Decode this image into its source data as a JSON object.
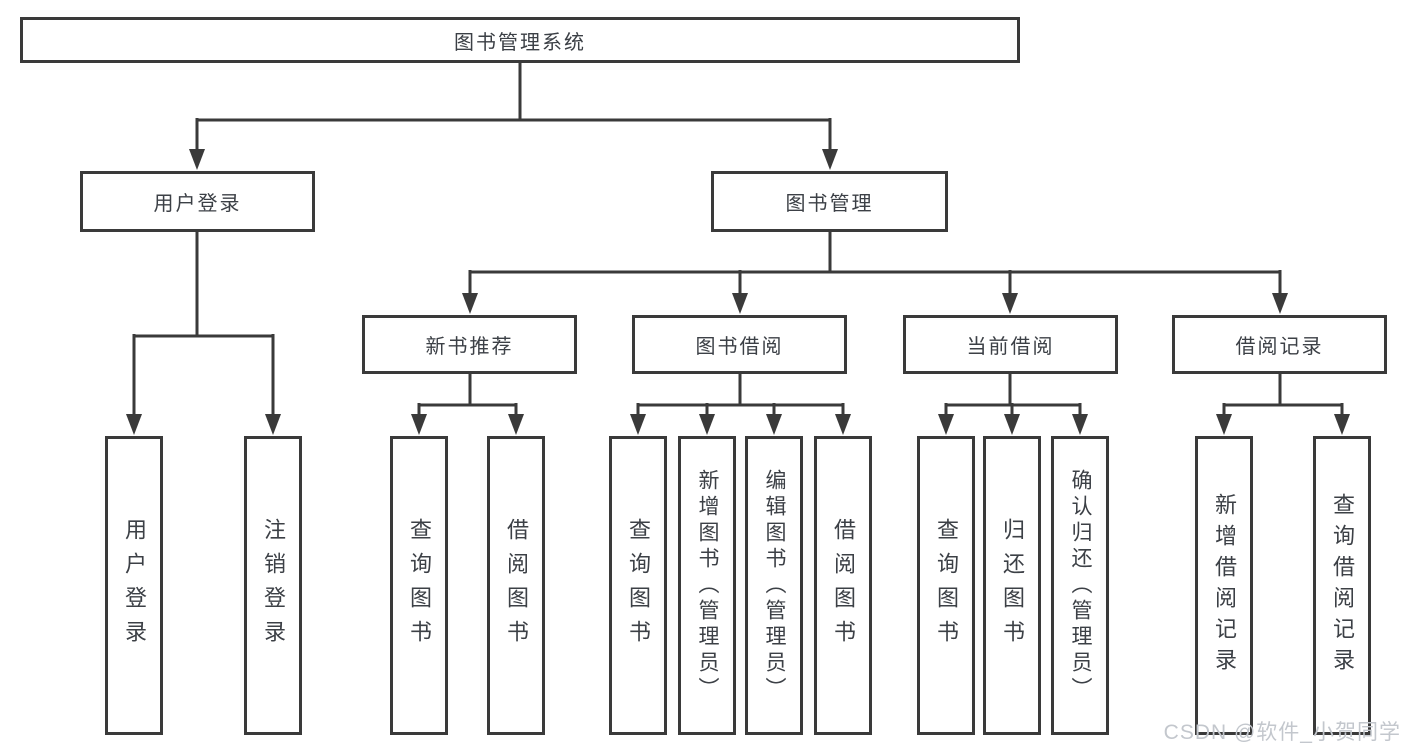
{
  "colors": {
    "line": "#3a3a3a",
    "box_border": "#3a3a3a",
    "text": "#3c4046",
    "background": "#ffffff",
    "watermark": "#c3c7cd"
  },
  "watermark": {
    "text": "CSDN @软件_小贺同学"
  },
  "tree": {
    "root": {
      "label": "图书管理系统"
    },
    "branches": [
      {
        "label": "用户登录",
        "children": [
          {
            "label": "用户登录"
          },
          {
            "label": "注销登录"
          }
        ]
      },
      {
        "label": "图书管理",
        "children": [
          {
            "label": "新书推荐",
            "children": [
              {
                "label": "查询图书"
              },
              {
                "label": "借阅图书"
              }
            ]
          },
          {
            "label": "图书借阅",
            "children": [
              {
                "label": "查询图书"
              },
              {
                "label": "新增图书（管理员）"
              },
              {
                "label": "编辑图书（管理员）"
              },
              {
                "label": "借阅图书"
              }
            ]
          },
          {
            "label": "当前借阅",
            "children": [
              {
                "label": "查询图书"
              },
              {
                "label": "归还图书"
              },
              {
                "label": "确认归还（管理员）"
              }
            ]
          },
          {
            "label": "借阅记录",
            "children": [
              {
                "label": "新增借阅记录"
              },
              {
                "label": "查询借阅记录"
              }
            ]
          }
        ]
      }
    ]
  }
}
